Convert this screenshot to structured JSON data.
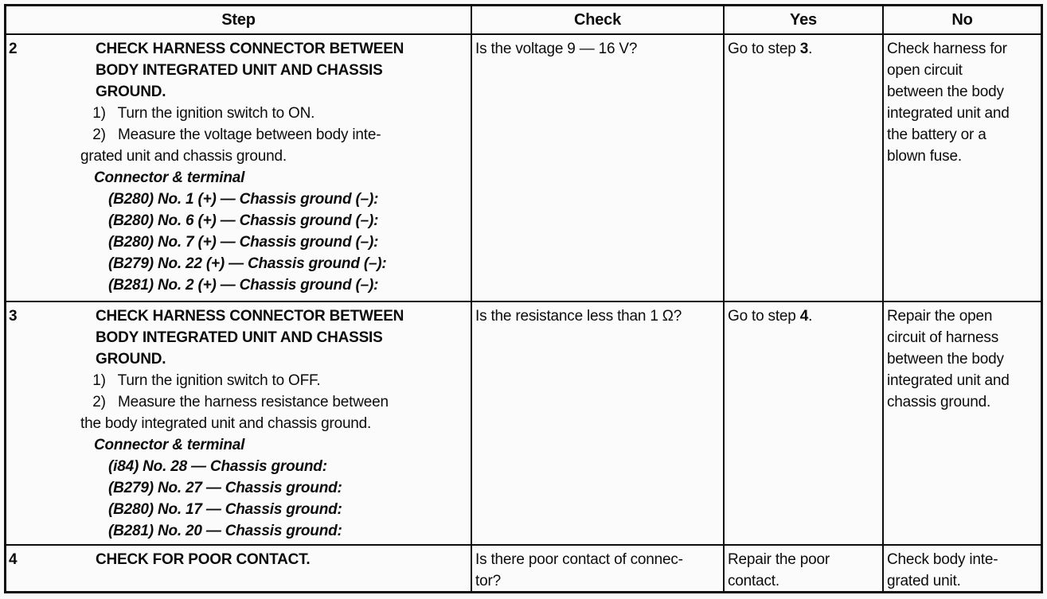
{
  "table": {
    "headers": {
      "step": "Step",
      "check": "Check",
      "yes": "Yes",
      "no": "No"
    },
    "rows": [
      {
        "no_label": "2",
        "title": "CHECK HARNESS CONNECTOR BETWEEN\nBODY INTEGRATED UNIT AND CHASSIS\nGROUND.",
        "body": "   1)   Turn the ignition switch to ON.\n   2)   Measure the voltage between body inte-\ngrated unit and chassis ground.",
        "connector_label": "Connector & terminal",
        "connector_lines": "(B280) No. 1 (+) — Chassis ground (–):\n(B280) No. 6 (+) — Chassis ground (–):\n(B280) No. 7 (+) — Chassis ground (–):\n(B279) No. 22 (+) — Chassis ground (–):\n(B281) No. 2 (+) — Chassis ground (–):",
        "check": "Is the voltage 9 — 16 V?",
        "yes_prefix": "Go to step ",
        "yes_step": "3",
        "yes_suffix": ".",
        "no_text": "Check harness for\nopen circuit\nbetween the body\nintegrated unit and\nthe battery or a\nblown fuse."
      },
      {
        "no_label": "3",
        "title": "CHECK HARNESS CONNECTOR BETWEEN\nBODY INTEGRATED UNIT AND CHASSIS\nGROUND.",
        "body": "   1)   Turn the ignition switch to OFF.\n   2)   Measure the harness resistance between\nthe body integrated unit and chassis ground.",
        "connector_label": "Connector & terminal",
        "connector_lines": "(i84) No. 28 — Chassis ground:\n(B279) No. 27 — Chassis ground:\n(B280) No. 17 — Chassis ground:\n(B281) No. 20 — Chassis ground:",
        "check": "Is the resistance less than 1 Ω?",
        "yes_prefix": "Go to step ",
        "yes_step": "4",
        "yes_suffix": ".",
        "no_text": "Repair the open\ncircuit of harness\nbetween the body\nintegrated unit and\nchassis ground."
      },
      {
        "no_label": "4",
        "title": "CHECK FOR POOR CONTACT.",
        "check": "Is there poor contact of connec-\ntor?",
        "yes_prefix": "Repair the poor\ncontact.",
        "yes_step": "",
        "yes_suffix": "",
        "no_text": "Check body inte-\ngrated unit."
      }
    ]
  }
}
